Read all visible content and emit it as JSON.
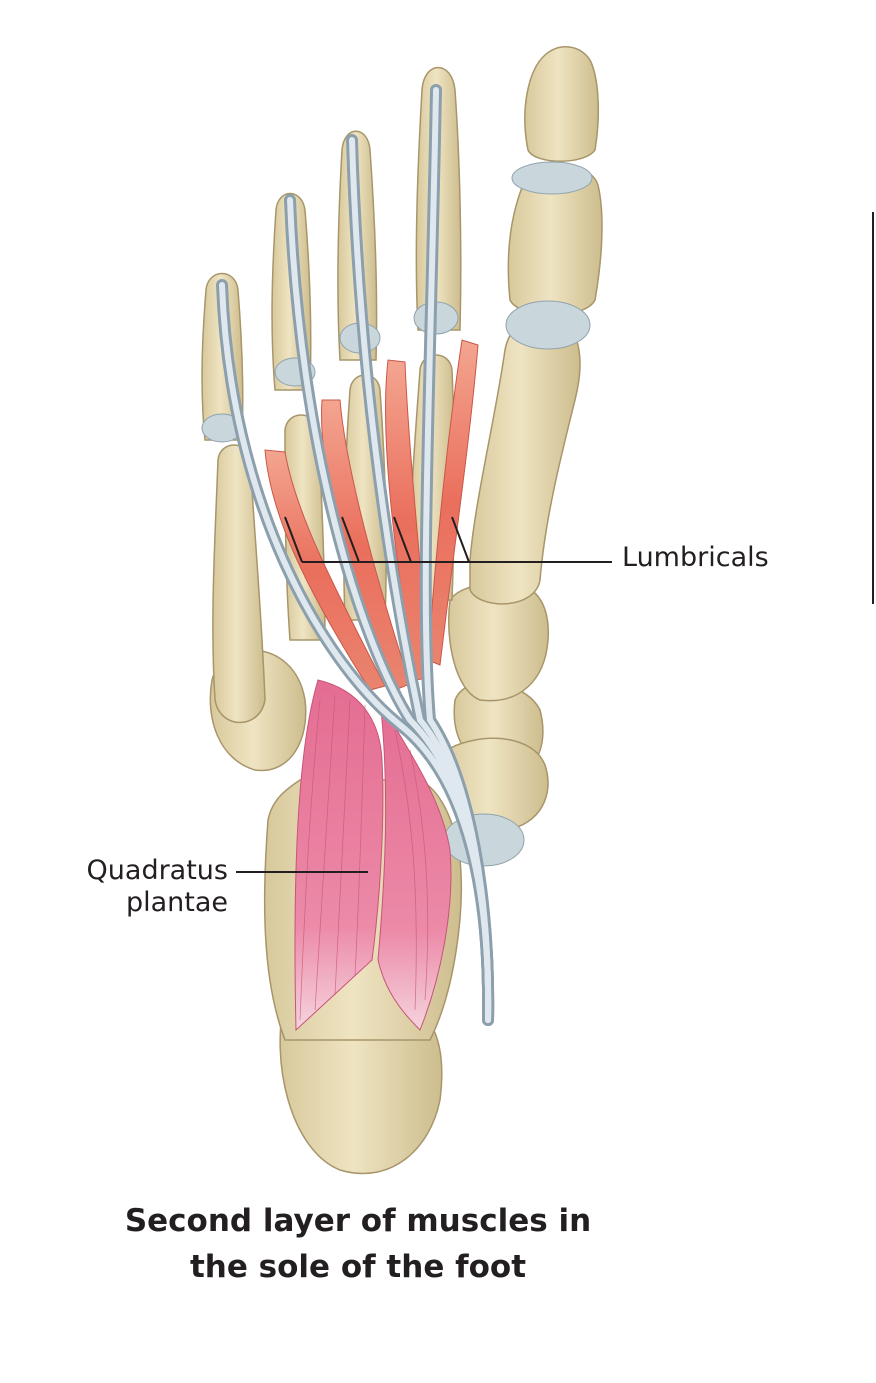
{
  "labels": {
    "lumbricals": "Lumbricals",
    "quadratus_line1": "Quadratus",
    "quadratus_line2": "plantae"
  },
  "caption": {
    "line1": "Second layer of muscles in",
    "line2": "the sole of the foot"
  },
  "colors": {
    "bone": "#e6d9b2",
    "bone_shadow": "#c9b98a",
    "cartilage": "#c9d6dc",
    "tendon": "#b9c8d2",
    "lumbrical_muscle": "#ee7f6c",
    "quadratus_muscle": "#e9789a",
    "leader_line": "#231f20"
  }
}
